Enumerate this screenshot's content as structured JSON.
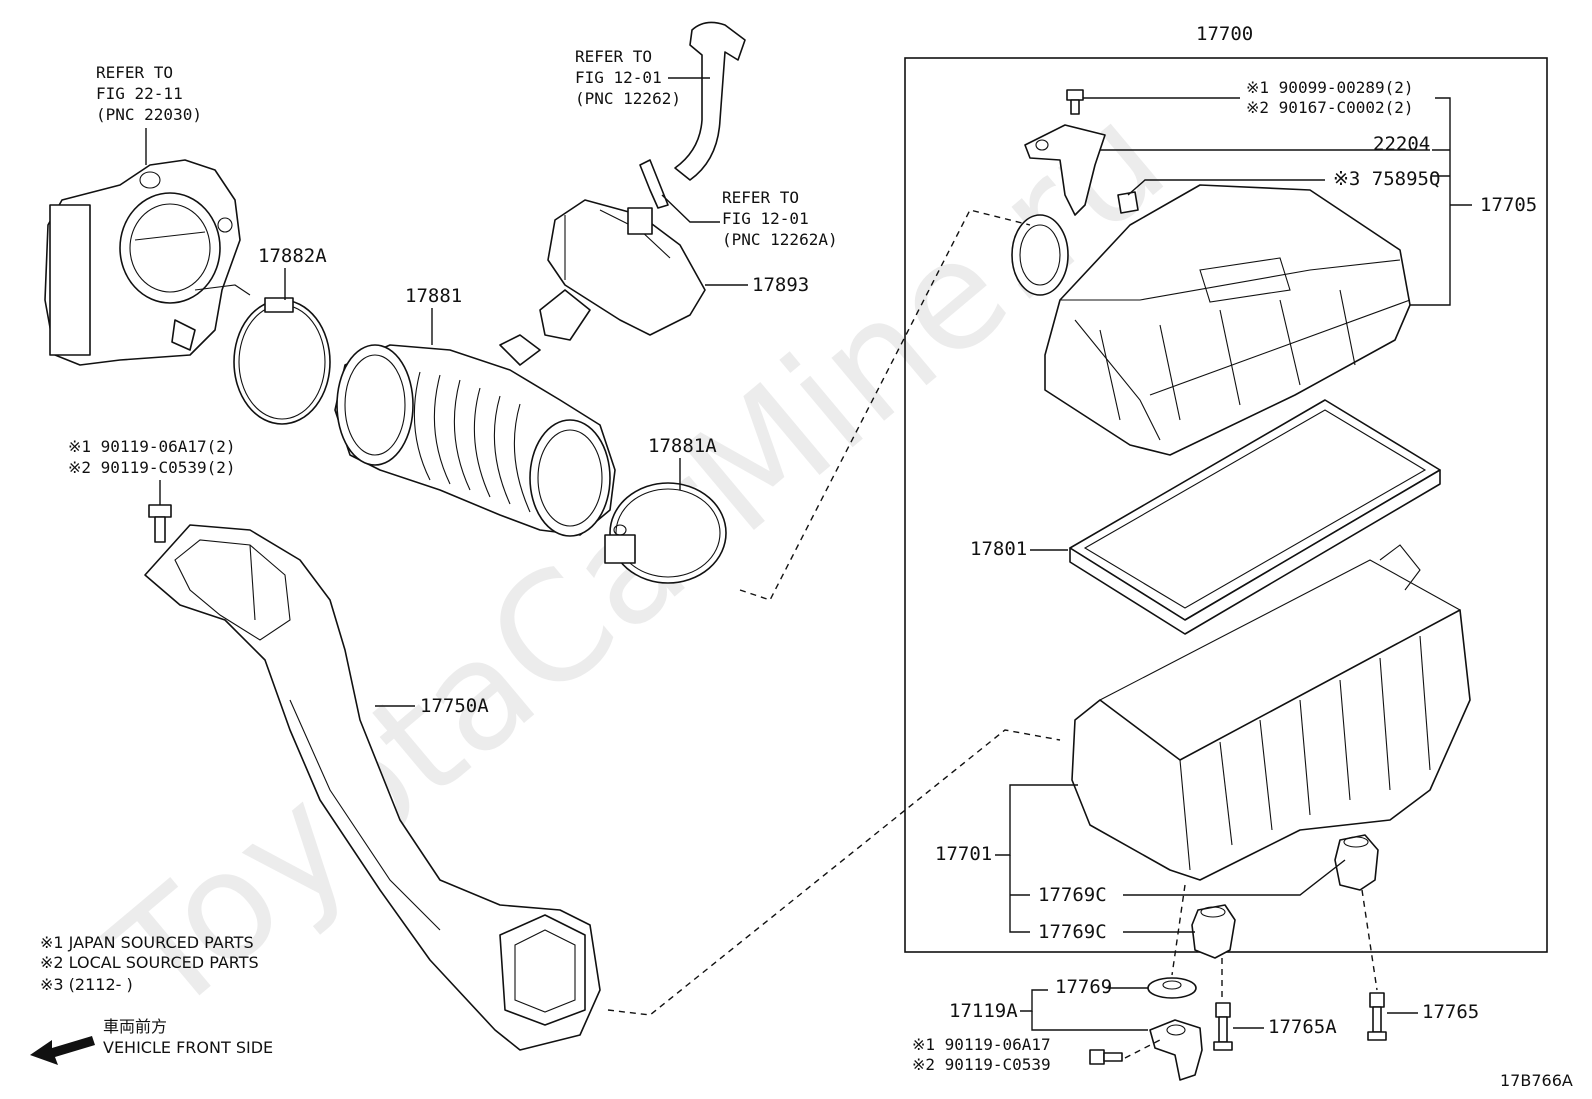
{
  "watermark": "ToyotaCarMine.ru",
  "figure_code": "17B766A",
  "assembly": {
    "box_number": "17700",
    "cover_assy": "17705",
    "case_sub": "17701"
  },
  "refs": {
    "throttle": [
      "REFER TO",
      "FIG 22-11",
      "(PNC 22030)"
    ],
    "hose_top": [
      "REFER TO",
      "FIG 12-01",
      "(PNC 12262)"
    ],
    "hose_clip": [
      "REFER TO",
      "FIG 12-01",
      "(PNC 12262A)"
    ]
  },
  "bolt_left": [
    "※1 90119-06A17(2)",
    "※2 90119-C0539(2)"
  ],
  "bolt_cover": [
    "※1 90099-00289(2)",
    "※2 90167-C0002(2)"
  ],
  "bolt_bottom": [
    "※1 90119-06A17",
    "※2 90119-C0539"
  ],
  "part_numbers": {
    "clamp_a": "17882A",
    "hose": "17881",
    "resonator": "17893",
    "clamp_b": "17881A",
    "duct": "17750A",
    "sensor": "22204",
    "label": "※3 75895Q",
    "element": "17801",
    "grommet_1": "17769C",
    "grommet_2": "17769C",
    "bracket_assy": "17119A",
    "insulator": "17769",
    "stud_a": "17765A",
    "stud": "17765"
  },
  "legend": [
    "※1  JAPAN SOURCED PARTS",
    "※2  LOCAL SOURCED PARTS",
    "※3 (2112-        )"
  ],
  "direction": {
    "jp": "車両前方",
    "en": "VEHICLE FRONT SIDE"
  }
}
